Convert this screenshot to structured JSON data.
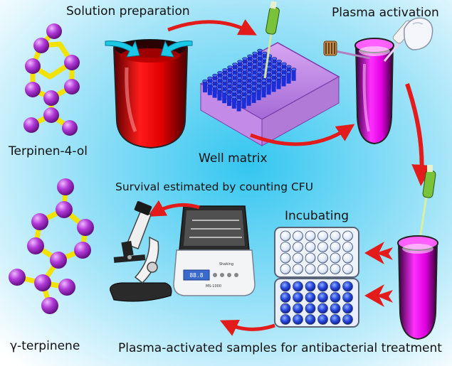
{
  "labels": {
    "solution_preparation": "Solution preparation",
    "plasma_activation": "Plasma activation",
    "terpinen": "Terpinen-4-ol",
    "well_matrix": "Well matrix",
    "survival": "Survival  estimated by counting CFU",
    "incubating": "Incubating",
    "gamma_terpinene": "γ-terpinene",
    "plasma_samples": "Plasma-activated samples for antibacterial treatment"
  },
  "device": {
    "brand": "Shaking",
    "model": "MS-1000"
  },
  "colors": {
    "atom": "#b23ad8",
    "bond": "#f2e200",
    "beaker_red": "#e00000",
    "plasma_magenta": "#f000f0",
    "well_blue": "#1a2fd8",
    "arrow_red": "#e31b1b",
    "bg_cyan": "#35c9f2"
  }
}
